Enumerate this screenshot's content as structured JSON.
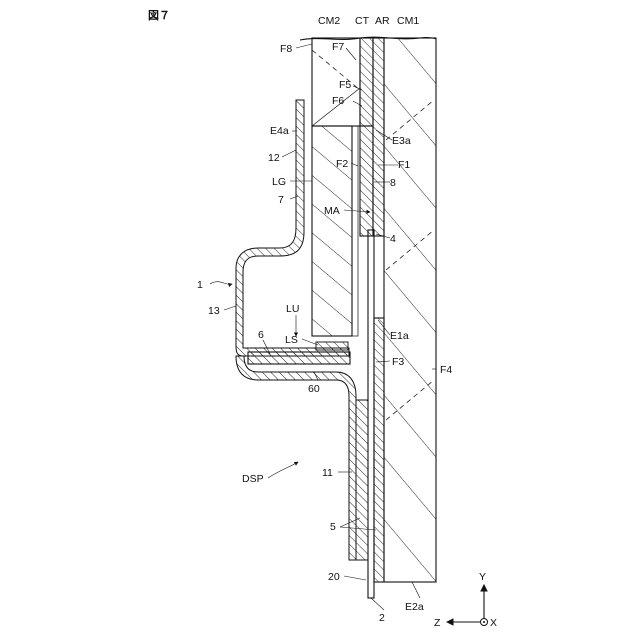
{
  "figure_title": "図７",
  "labels": {
    "CM2": "CM2",
    "CT": "CT",
    "AR": "AR",
    "CM1": "CM1",
    "F8": "F8",
    "F7": "F7",
    "F5": "F5",
    "F6": "F6",
    "E4a": "E4a",
    "E3a": "E3a",
    "F2": "F2",
    "F1": "F1",
    "n12": "12",
    "LG": "LG",
    "n8": "8",
    "n7": "7",
    "MA": "MA",
    "n4": "4",
    "n1": "1",
    "n13": "13",
    "LU": "LU",
    "E1a": "E1a",
    "n6": "6",
    "LS": "LS",
    "F3": "F3",
    "F4": "F4",
    "n60": "60",
    "DSP": "DSP",
    "n11": "11",
    "n5": "5",
    "n20": "20",
    "n2": "2",
    "E2a": "E2a"
  },
  "axes": {
    "y": "Y",
    "z": "Z",
    "x": "X"
  }
}
